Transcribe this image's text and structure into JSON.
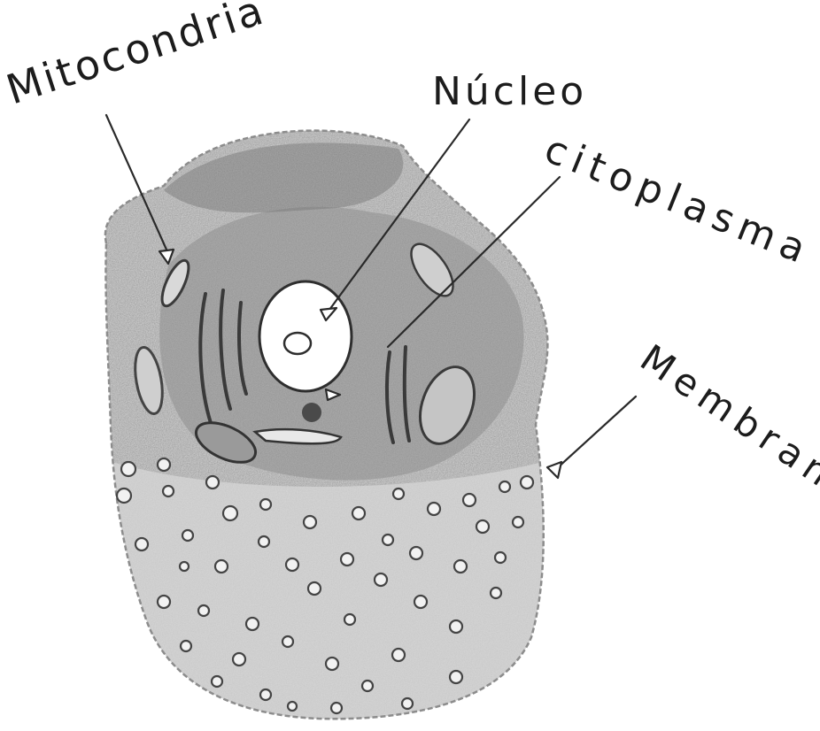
{
  "labels": {
    "mitocondria": "Mitocondria",
    "nucleo": "Núcleo",
    "citoplasma": "citoplasma",
    "membrana": "Membrana"
  },
  "colors": {
    "ink": "#1c1c1c",
    "pencil_dark": "#6e6e6e",
    "pencil_mid": "#9a9a9a",
    "pencil_light": "#bdbdbd",
    "paper": "#ffffff"
  }
}
